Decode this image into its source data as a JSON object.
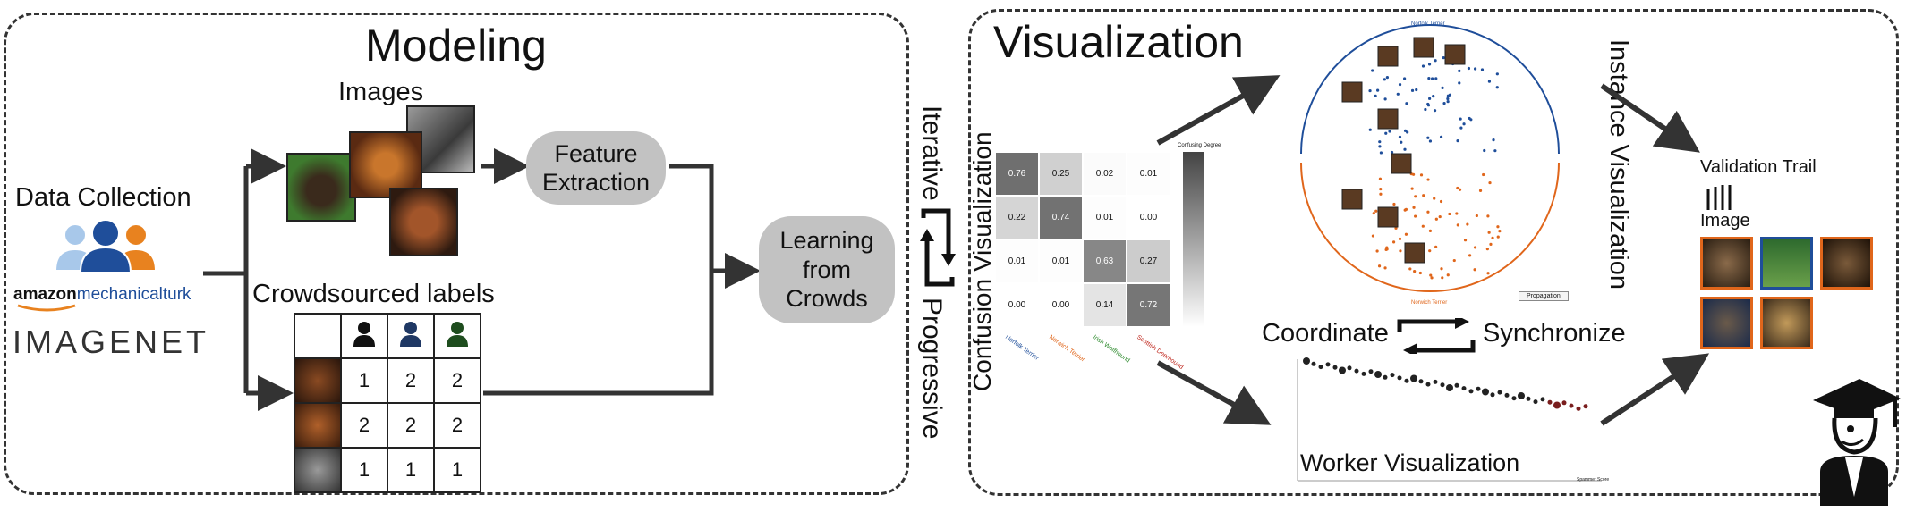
{
  "modeling": {
    "title": "Modeling",
    "images_label": "Images",
    "data_collection_label": "Data Collection",
    "amazon_brand": "amazon",
    "amazon_product": "mechanicalturk",
    "imagenet_logo": "IMAGENET",
    "feature_extraction": "Feature Extraction",
    "crowdsourced_label": "Crowdsourced labels",
    "learning_from_crowds": "Learning from Crowds",
    "worker_colors": [
      "#111111",
      "#1f3864",
      "#1e4d1e"
    ],
    "label_matrix": [
      [
        "1",
        "2",
        "2"
      ],
      [
        "2",
        "2",
        "2"
      ],
      [
        "1",
        "1",
        "1"
      ]
    ]
  },
  "cycle": {
    "iterative": "Iterative",
    "progressive": "Progressive"
  },
  "visualization": {
    "title": "Visualization",
    "confusion_label": "Confusion Visualization",
    "instance_label": "Instance Visualization",
    "worker_label": "Worker Visualization",
    "coordinate": "Coordinate",
    "synchronize": "Synchronize",
    "validation_trail": "Validation Trail",
    "image_label": "Image",
    "confusion_matrix": {
      "legend_title": "Confusing Degree",
      "values": [
        [
          "0.76",
          "0.25",
          "0.02",
          "0.01"
        ],
        [
          "0.22",
          "0.74",
          "0.01",
          "0.00"
        ],
        [
          "0.01",
          "0.01",
          "0.63",
          "0.27"
        ],
        [
          "0.00",
          "0.00",
          "0.14",
          "0.72"
        ]
      ],
      "classes": [
        "Norfolk Terrier",
        "Norwich Terrier",
        "Irish Wolfhound",
        "Scottish Deerhound"
      ],
      "class_colors": [
        "#1f4e9a",
        "#e0661b",
        "#2e8b2e",
        "#c0281e"
      ]
    },
    "instance": {
      "top_class": "Norfolk Terrier",
      "bottom_class": "Norwich Terrier",
      "button": "Propagation"
    },
    "worker": {
      "axis_label": "Spammer Score"
    }
  },
  "colors": {
    "blue": "#1f4e9a",
    "orange": "#e0661b",
    "pill_gray": "#c2c2c2"
  }
}
